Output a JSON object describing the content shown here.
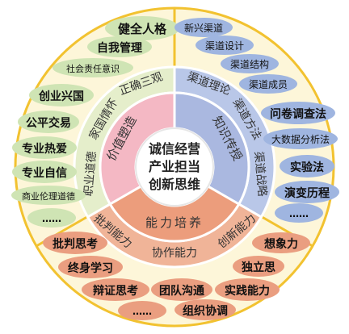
{
  "center": {
    "lines": [
      "诚信经营",
      "产业担当",
      "创新思维"
    ]
  },
  "sectors": {
    "value": {
      "title": "价值塑造",
      "labels": [
        "正确三观",
        "家国情怀",
        "职业道德"
      ],
      "bubbles": [
        "健全人格",
        "自我管理",
        "社会责任意识",
        "创业兴国",
        "公平交易",
        "专业热爱",
        "专业自信",
        "商业伦理道德",
        "……"
      ]
    },
    "knowledge": {
      "title": "知识传授",
      "labels": [
        "渠道理论",
        "渠道方法",
        "渠道战略"
      ],
      "bubbles": [
        "新兴渠道",
        "渠道设计",
        "渠道结构",
        "渠道成员",
        "问卷调查法",
        "大数据分析法",
        "实验法",
        "演变历程",
        "……"
      ]
    },
    "ability": {
      "title": "能力培养",
      "labels": [
        "批判能力",
        "协作能力",
        "创新能力"
      ],
      "bubbles": [
        "批判思考",
        "终身学习",
        "辩证思考",
        "……",
        "团队沟通",
        "组织协调",
        "实践能力",
        "独立思",
        "想象力"
      ]
    }
  },
  "colors": {
    "outer_ring": "#fdf6d9",
    "outer_ring_stroke": "#f2c230",
    "value_inner": "#f4b8c4",
    "value_mid": "#e5eecb",
    "value_bubble": "#cfe4b4",
    "knowledge_inner": "#aab8e0",
    "knowledge_mid": "#b9c7e8",
    "knowledge_bubble": "#9fb5e0",
    "ability_inner": "#ec9d7c",
    "ability_mid": "#f0b498",
    "ability_bubble": "#ea9e80",
    "center": "#ffffff"
  }
}
